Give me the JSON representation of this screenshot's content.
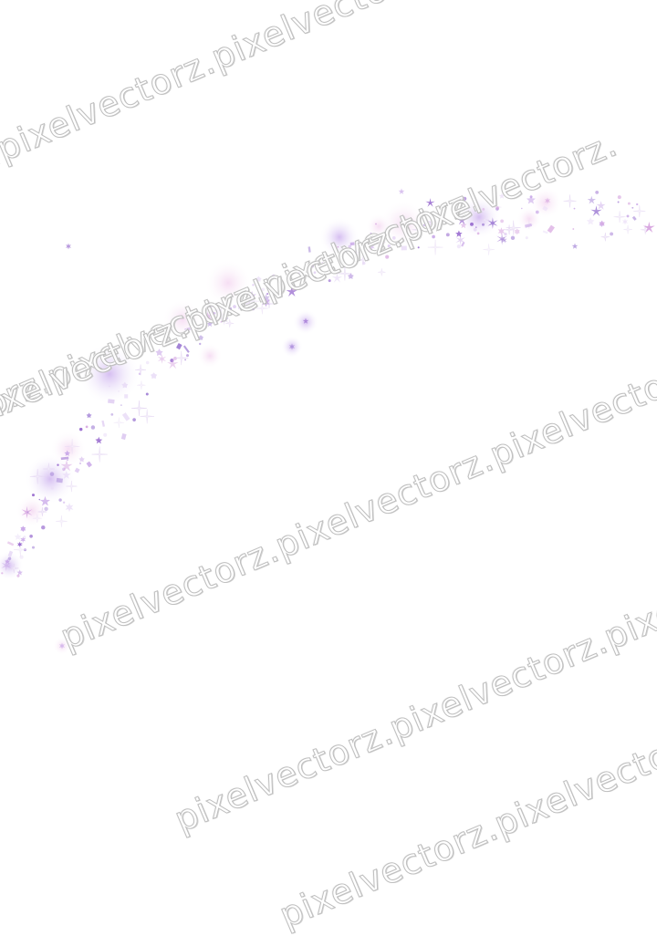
{
  "image": {
    "description_colors": {
      "background": "#ffffff",
      "sparkle_primary": "#9b6fd0",
      "sparkle_secondary": "#c9a8e8",
      "sparkle_pale": "#e9dcf7",
      "watermark_outline": "#b9b9b9"
    },
    "watermark": {
      "text": "pixelvectorz.",
      "rows": [
        {
          "text": ".pixelvectorz.pixelvectorz."
        },
        {
          "text": "pixelvectorz.pixelvectorz.pixelvectorz."
        },
        {
          "text": "pixelvectorz.pixelvectorz.pixelvectorz."
        },
        {
          "text": "pixelvectorz.pixelvectorz.pixelvectorz."
        },
        {
          "text": "pixelvectorz.pixelvectorz.pixelve"
        },
        {
          "text": "pixelvectorz.pixelvectorz."
        }
      ]
    }
  }
}
